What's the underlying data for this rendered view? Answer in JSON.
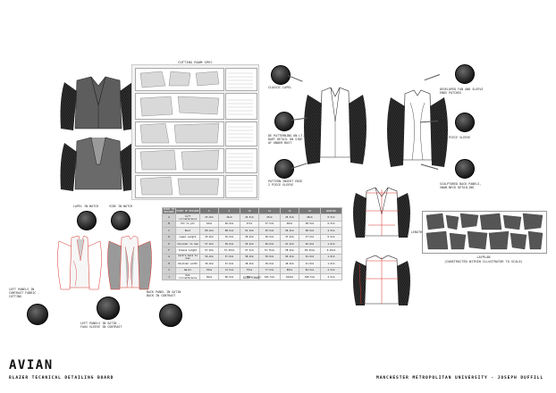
{
  "cutting": {
    "title": "CUTTING ROOM SPEC"
  },
  "callouts": {
    "classic_lapel": "CLASSIC LAPEL",
    "pattern_dart": "DE PATTERNING ON LT. DART DETAIL ON SIDE OF UNDER BUST",
    "pattern_insert": "PATTERN INSERT EDGE 2 PIECE SLEEVE",
    "sleeve_ends": "DEVELOPED FAN AND SLEEVE ENDS PATCHES",
    "two_piece_sleeve": "2 PIECE SLEEVE",
    "sculptured_back": "SCULPTURED BACK PANELS, SWAN-NECK DETAILING",
    "lapel_notch": "LAPEL IN-NOTCH",
    "side_notch": "SIDE IN-NOTCH",
    "left_panel": "LEFT PANELS IN CONTRAST FABRIC - CUTTING",
    "back_panel": "BACK PANEL IN SATIN BACK IN CONTRAST",
    "left_panel_satin": "LEFT PANELS IN SATIN - FAUX SLEEVE IN CONTRAST",
    "length": "LENGTH"
  },
  "size_chart": {
    "caption": "SIZE CHART",
    "headers": [
      "POINT OF MEASURE",
      "POINT OF MEASURE",
      "6",
      "8",
      "10",
      "12",
      "14",
      "16",
      "GRADING"
    ],
    "rows": [
      [
        "A",
        "Cuff circumference",
        "23.0cm",
        "24cm",
        "24.5cm",
        "25cm",
        "25.5cm",
        "26cm",
        "0.5cm"
      ],
      [
        "B",
        "Pit to pit",
        "44cm",
        "46.0cm",
        "47cm",
        "47.5cm",
        "48cm",
        "48.5cm",
        "0.5cm"
      ],
      [
        "C",
        "Bust",
        "86.0cm",
        "88.5cm",
        "91.0cm",
        "93.5cm",
        "96.0cm",
        "98.5cm",
        "2.5cm"
      ],
      [
        "D",
        "Lapel Length",
        "35.0cm",
        "35.5cm",
        "36.0cm",
        "36.5cm",
        "37.0cm",
        "37.5cm",
        "0.5cm"
      ],
      [
        "E",
        "Shoulder to hem",
        "57.0cm",
        "58.0cm",
        "59.0cm",
        "60.0cm",
        "61.0cm",
        "62.0cm",
        "1.0cm"
      ],
      [
        "F",
        "Sleeve length",
        "57.0cm",
        "57.25cm",
        "57.5cm",
        "57.75cm",
        "58.0cm",
        "58.25cm",
        "0.25cm"
      ],
      [
        "G",
        "Centre back to hem",
        "56.0cm",
        "57.0cm",
        "58.0cm",
        "59.0cm",
        "60.0cm",
        "61.0cm",
        "1.0cm"
      ],
      [
        "H",
        "Shoulder width",
        "36.0cm",
        "37.0cm",
        "38.0cm",
        "39.0cm",
        "40.0cm",
        "41.0cm",
        "1.0cm"
      ],
      [
        "I",
        "Waist",
        "70cm",
        "72.5cm",
        "75cm",
        "77.5cm",
        "80cm",
        "82.5cm",
        "2.5cm"
      ],
      [
        "J",
        "Hem circumference",
        "94cm",
        "96.5cm",
        "99cm",
        "101.5cm",
        "104cm",
        "106.5cm",
        "2.5cm"
      ]
    ]
  },
  "layplan": {
    "title": "LAYPLAN",
    "caption": "(CONSTRUCTED WITHIN ILLUSTRATOR TO SCALE)"
  },
  "brand": {
    "name": "AVIAN",
    "subtitle": "BLAZER TECHNICAL DETAILING BOARD",
    "credit": "MANCHESTER METROPOLITAN UNIVERSITY - JOSEPH DUFFILL"
  },
  "colors": {
    "accent_red": "#d9342b",
    "fur": "#1b1b1b",
    "jacket_grey": "#5d5d5d"
  }
}
